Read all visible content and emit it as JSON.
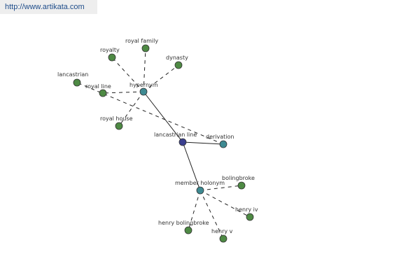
{
  "banner": {
    "url_text": "http://www.artikata.com"
  },
  "colors": {
    "center": "#3a3f8f",
    "relation": "#3e8a92",
    "term": "#4e8a44",
    "node_stroke": "#333333",
    "edge": "#222222"
  },
  "nodes": [
    {
      "id": "lancastrian_line",
      "label": "lancastrian line",
      "kind": "center"
    },
    {
      "id": "hypernym",
      "label": "hypernym",
      "kind": "relation"
    },
    {
      "id": "derivation",
      "label": "derivation",
      "kind": "relation"
    },
    {
      "id": "member_holonym",
      "label": "member holonym",
      "kind": "relation"
    },
    {
      "id": "royalty",
      "label": "royalty",
      "kind": "term"
    },
    {
      "id": "royal_family",
      "label": "royal family",
      "kind": "term"
    },
    {
      "id": "dynasty",
      "label": "dynasty",
      "kind": "term"
    },
    {
      "id": "royal_line",
      "label": "royal line",
      "kind": "term"
    },
    {
      "id": "royal_house",
      "label": "royal house",
      "kind": "term"
    },
    {
      "id": "lancastrian",
      "label": "lancastrian",
      "kind": "term"
    },
    {
      "id": "bolingbroke",
      "label": "bolingbroke",
      "kind": "term"
    },
    {
      "id": "henry_iv",
      "label": "henry iv",
      "kind": "term"
    },
    {
      "id": "henry_v",
      "label": "henry v",
      "kind": "term"
    },
    {
      "id": "henry_bolingbroke",
      "label": "henry bolingbroke",
      "kind": "term"
    }
  ],
  "edges": [
    {
      "from": "lancastrian_line",
      "to": "hypernym",
      "style": "solid"
    },
    {
      "from": "lancastrian_line",
      "to": "derivation",
      "style": "solid"
    },
    {
      "from": "lancastrian_line",
      "to": "member_holonym",
      "style": "solid"
    },
    {
      "from": "hypernym",
      "to": "royalty",
      "style": "dashed"
    },
    {
      "from": "hypernym",
      "to": "royal_family",
      "style": "dashed"
    },
    {
      "from": "hypernym",
      "to": "dynasty",
      "style": "dashed"
    },
    {
      "from": "hypernym",
      "to": "royal_line",
      "style": "dashed"
    },
    {
      "from": "hypernym",
      "to": "royal_house",
      "style": "dashed"
    },
    {
      "from": "derivation",
      "to": "lancastrian",
      "style": "dashed"
    },
    {
      "from": "member_holonym",
      "to": "bolingbroke",
      "style": "dashed"
    },
    {
      "from": "member_holonym",
      "to": "henry_iv",
      "style": "dashed"
    },
    {
      "from": "member_holonym",
      "to": "henry_v",
      "style": "dashed"
    },
    {
      "from": "member_holonym",
      "to": "henry_bolingbroke",
      "style": "dashed"
    }
  ]
}
